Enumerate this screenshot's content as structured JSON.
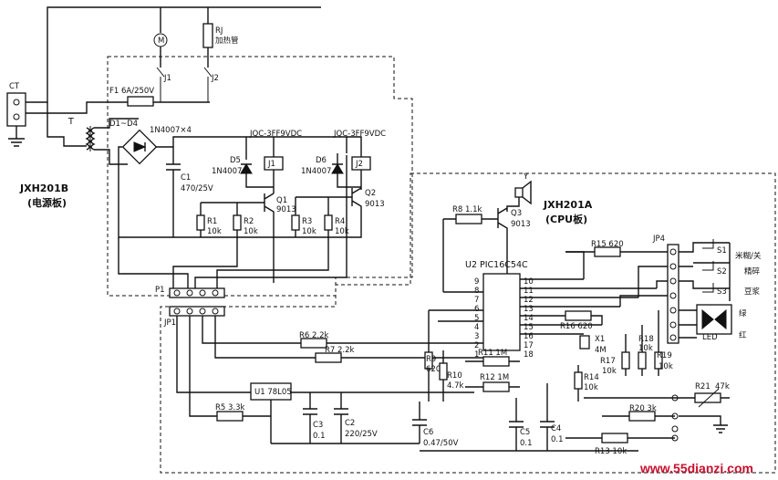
{
  "boards": {
    "power_board_model": "JXH201B",
    "power_board_name": "(电源板)",
    "cpu_board_model": "JXH201A",
    "cpu_board_name": "(CPU板)"
  },
  "labels": {
    "ct": "CT",
    "t": "T",
    "motor": "M",
    "rj": "RJ",
    "rj_name": "加热管",
    "j1": "J1",
    "j2": "J2",
    "f1": "F1  6A/250V",
    "d1d4": "D1~D4",
    "d1d4_part": "1N4007×4",
    "relay1": "JQC-3FF9VDC",
    "relay2": "JQC-3FF9VDC",
    "d5": "D5",
    "d5_part": "1N4007",
    "d6": "D6",
    "d6_part": "1N4007",
    "j1_coil": "J1",
    "j2_coil": "J2",
    "c1": "C1",
    "c1_val": "470/25V",
    "q1": "Q1",
    "q1_part": "9013",
    "q2": "Q2",
    "q2_part": "9013",
    "r1": "R1",
    "r1_val": "10k",
    "r2": "R2",
    "r2_val": "10k",
    "r3": "R3",
    "r3_val": "10k",
    "r4": "R4",
    "r4_val": "10k",
    "p1": "P1",
    "jp1": "JP1",
    "r6": "R6 2.2k",
    "r7": "R7 2.2k",
    "u1": "U1 78L05",
    "r5": "R5 3.3k",
    "c3": "C3",
    "c3_val": "0.1",
    "c2": "C2",
    "c2_val": "220/25V",
    "y": "Y",
    "r8": "R8 1.1k",
    "q3": "Q3",
    "q3_part": "9013",
    "u2": "U2 PIC16C54C",
    "r15": "R15 620",
    "jp4": "JP4",
    "s1": "S1",
    "s1_name": "米糊/关",
    "s2": "S2",
    "s2_name": "精碎",
    "s3": "S3",
    "s3_name": "豆浆",
    "r16": "R16 620",
    "led": "LED",
    "green": "绿",
    "red": "红",
    "x1": "X1",
    "x1_val": "4M",
    "r17": "R17",
    "r17_val": "10k",
    "r18": "R18",
    "r18_val": "10k",
    "r19": "R19",
    "r19_val": "10k",
    "r9": "R9",
    "r9_val": "620",
    "r10": "R10",
    "r10_val": "4.7k",
    "r11": "R11  1M",
    "r12": "R12  1M",
    "r14": "R14",
    "r14_val": "10k",
    "r21": "R21",
    "r21_val": "47k",
    "r20": "R20 3k",
    "r13": "R13  10k",
    "c6": "C6",
    "c6_val": "0.47/50V",
    "c5": "C5",
    "c5_val": "0.1",
    "c4": "C4",
    "c4_val": "0.1",
    "pin10": "10",
    "pin9": "9",
    "pin11": "11",
    "pin8": "8",
    "pin12": "12",
    "pin7": "7",
    "pin13": "13",
    "pin6": "6",
    "pin14": "14",
    "pin5": "5",
    "pin15": "15",
    "pin4": "4",
    "pin16": "16",
    "pin3": "3",
    "pin17": "17",
    "pin2": "2",
    "pin18": "18",
    "pin1": "1"
  },
  "watermark": "www.55dianzi.com"
}
